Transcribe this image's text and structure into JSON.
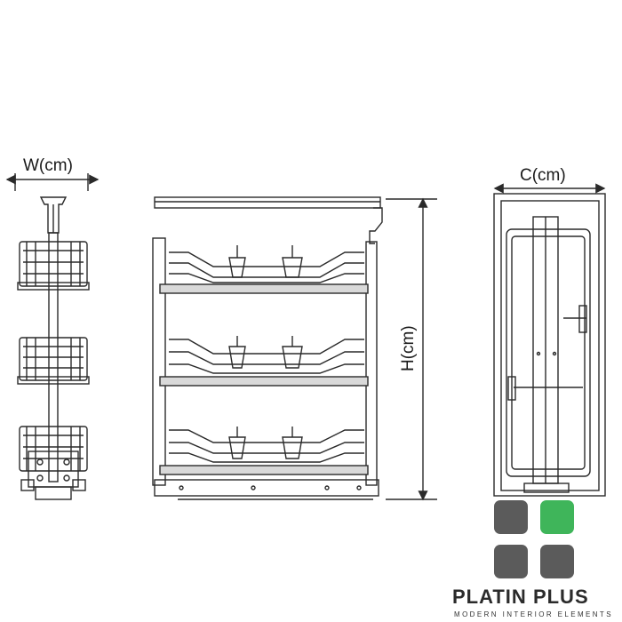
{
  "labels": {
    "width": "W(cm)",
    "height": "H(cm)",
    "depth": "C(cm)"
  },
  "brand": {
    "name_part1": "PLATIN",
    "name_part2": "PLUS",
    "tagline": "MODERN INTERIOR ELEMENTS",
    "logo_colors": {
      "dark": "#5b5b5b",
      "green": "#3fb55a"
    }
  },
  "colors": {
    "line": "#2a2a2a",
    "shelf": "#d9d9d9"
  }
}
